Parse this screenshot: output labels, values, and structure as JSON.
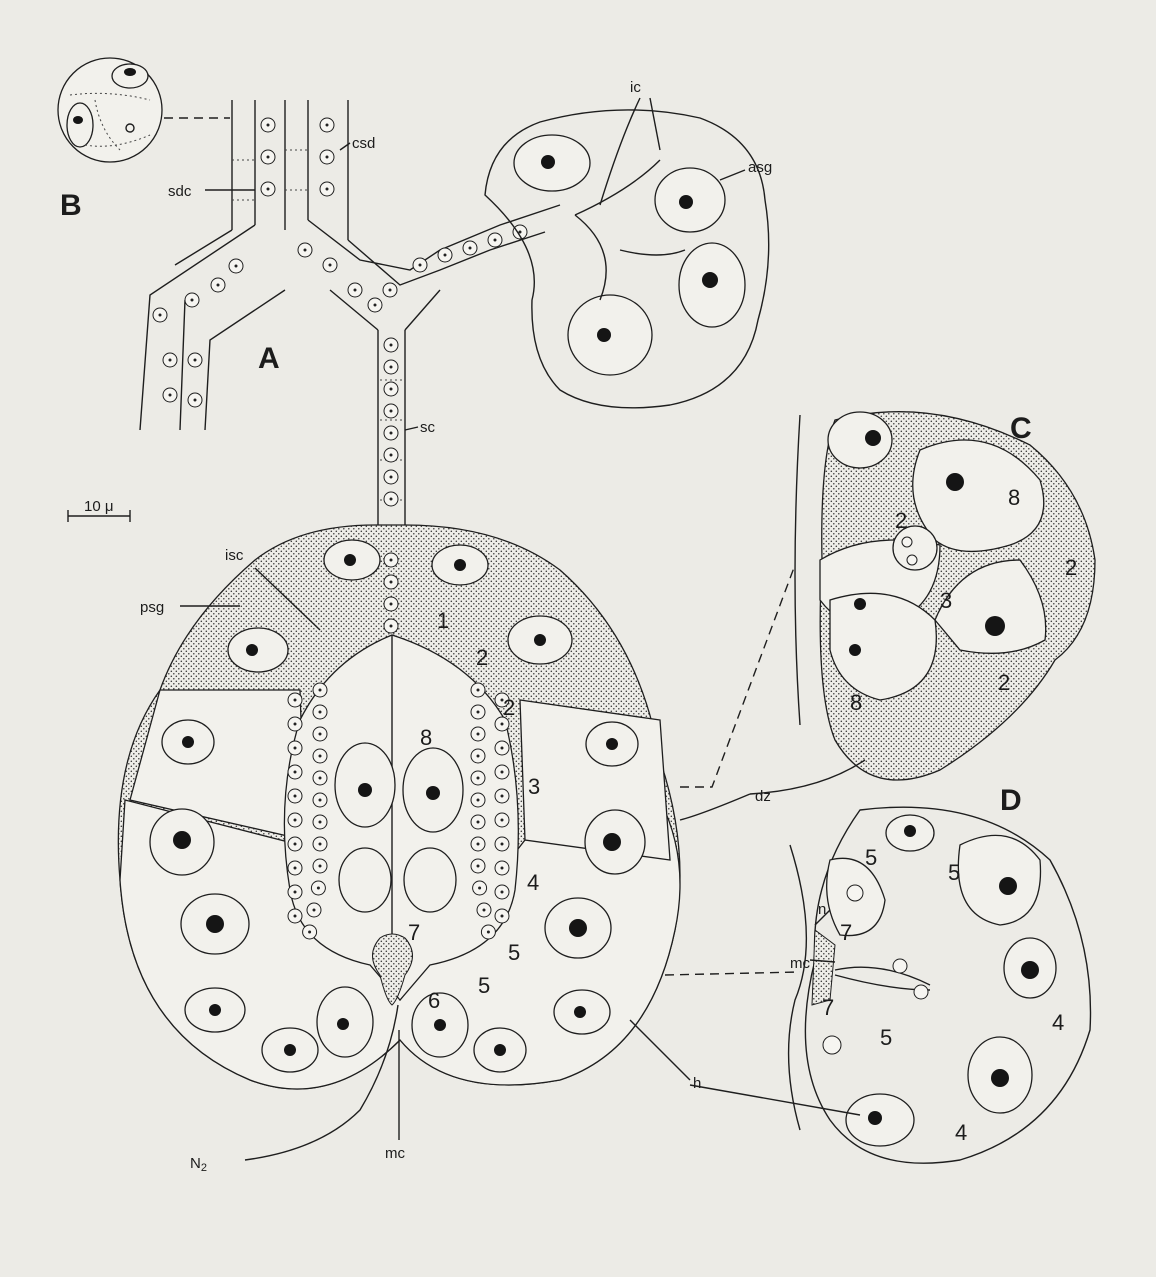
{
  "panels": {
    "A": "A",
    "B": "B",
    "C": "C",
    "D": "D"
  },
  "labels": {
    "ic": "ic",
    "asg": "asg",
    "csd": "csd",
    "sdc": "sdc",
    "sc": "sc",
    "isc": "isc",
    "psg": "psg",
    "dz": "dz",
    "h": "h",
    "mc": "mc",
    "N2": "N",
    "N2_sub": "2",
    "n": "n",
    "mc_d": "mc"
  },
  "scale_bar": "10 μ",
  "numbers_A": [
    "1",
    "2",
    "2",
    "8",
    "3",
    "4",
    "7",
    "5",
    "5",
    "6"
  ],
  "numbers_C": [
    "8",
    "2",
    "3",
    "2",
    "8",
    "2"
  ],
  "numbers_D": [
    "5",
    "5",
    "7",
    "7",
    "5",
    "4",
    "4"
  ]
}
